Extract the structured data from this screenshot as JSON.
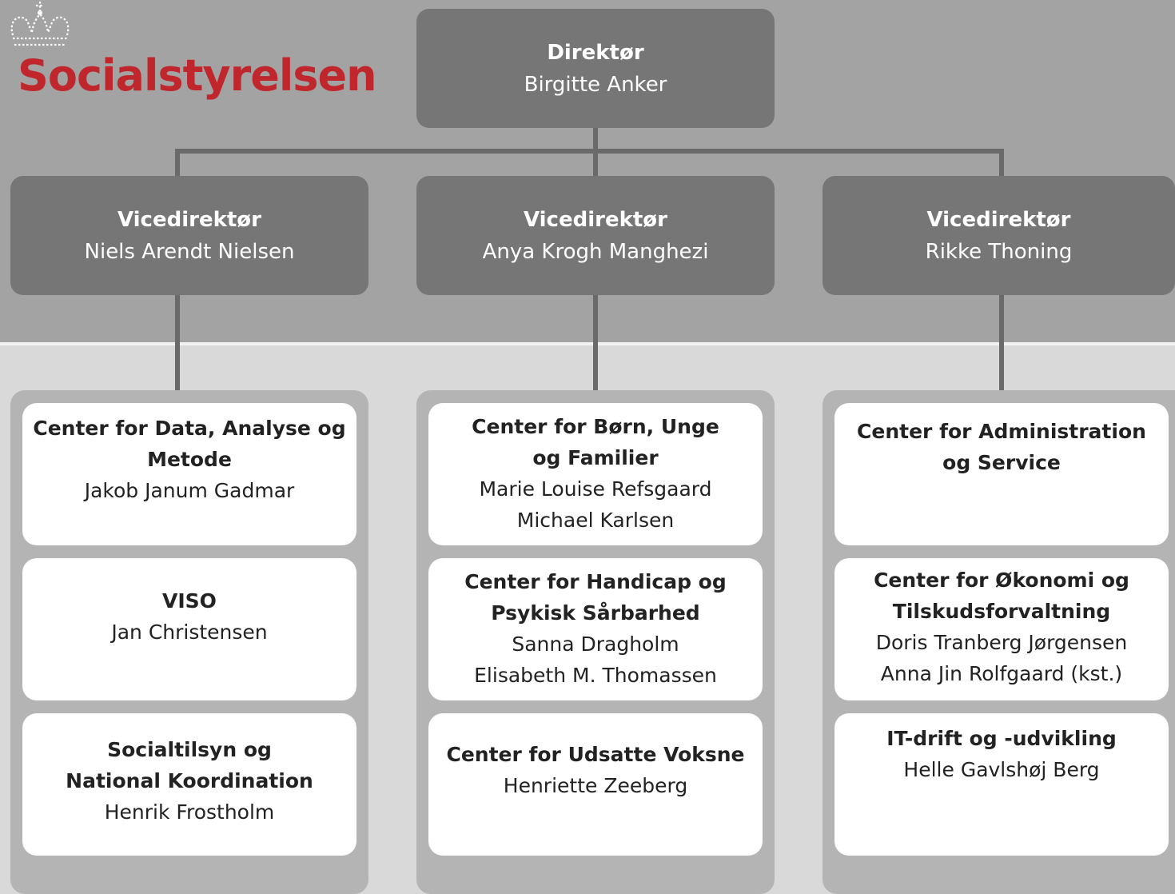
{
  "brand": {
    "name": "Socialstyrelsen",
    "logo_icon": "crown-icon",
    "color": "#c0272d"
  },
  "director": {
    "role": "Direktør",
    "name": "Birgitte Anker"
  },
  "vice_directors": [
    {
      "role": "Vicedirektør",
      "name": "Niels Arendt Nielsen"
    },
    {
      "role": "Vicedirektør",
      "name": "Anya Krogh Manghezi"
    },
    {
      "role": "Vicedirektør",
      "name": "Rikke Thoning"
    }
  ],
  "centers": [
    [
      {
        "title_lines": [
          "Center for Data, Analyse og",
          "Metode"
        ],
        "people": [
          "Jakob Janum Gadmar"
        ]
      },
      {
        "title_lines": [
          "VISO"
        ],
        "people": [
          "Jan Christensen"
        ]
      },
      {
        "title_lines": [
          "Socialtilsyn og",
          "National Koordination"
        ],
        "people": [
          "Henrik Frostholm"
        ]
      }
    ],
    [
      {
        "title_lines": [
          "Center for Børn, Unge",
          "og Familier"
        ],
        "people": [
          "Marie Louise Refsgaard",
          "Michael Karlsen"
        ]
      },
      {
        "title_lines": [
          "Center for Handicap og",
          "Psykisk Sårbarhed"
        ],
        "people": [
          "Sanna Dragholm",
          "Elisabeth M. Thomassen"
        ]
      },
      {
        "title_lines": [
          "Center for Udsatte Voksne"
        ],
        "people": [
          "Henriette Zeeberg"
        ]
      }
    ],
    [
      {
        "title_lines": [
          "Center for Administration",
          "og Service"
        ],
        "people": []
      },
      {
        "title_lines": [
          "Center for Økonomi og",
          "Tilskudsforvaltning"
        ],
        "people": [
          "Doris Tranberg Jørgensen",
          "Anna Jin Rolfgaard (kst.)"
        ]
      },
      {
        "title_lines": [
          "IT-drift og -udvikling"
        ],
        "people": [
          "Helle Gavlshøj Berg"
        ]
      }
    ]
  ]
}
